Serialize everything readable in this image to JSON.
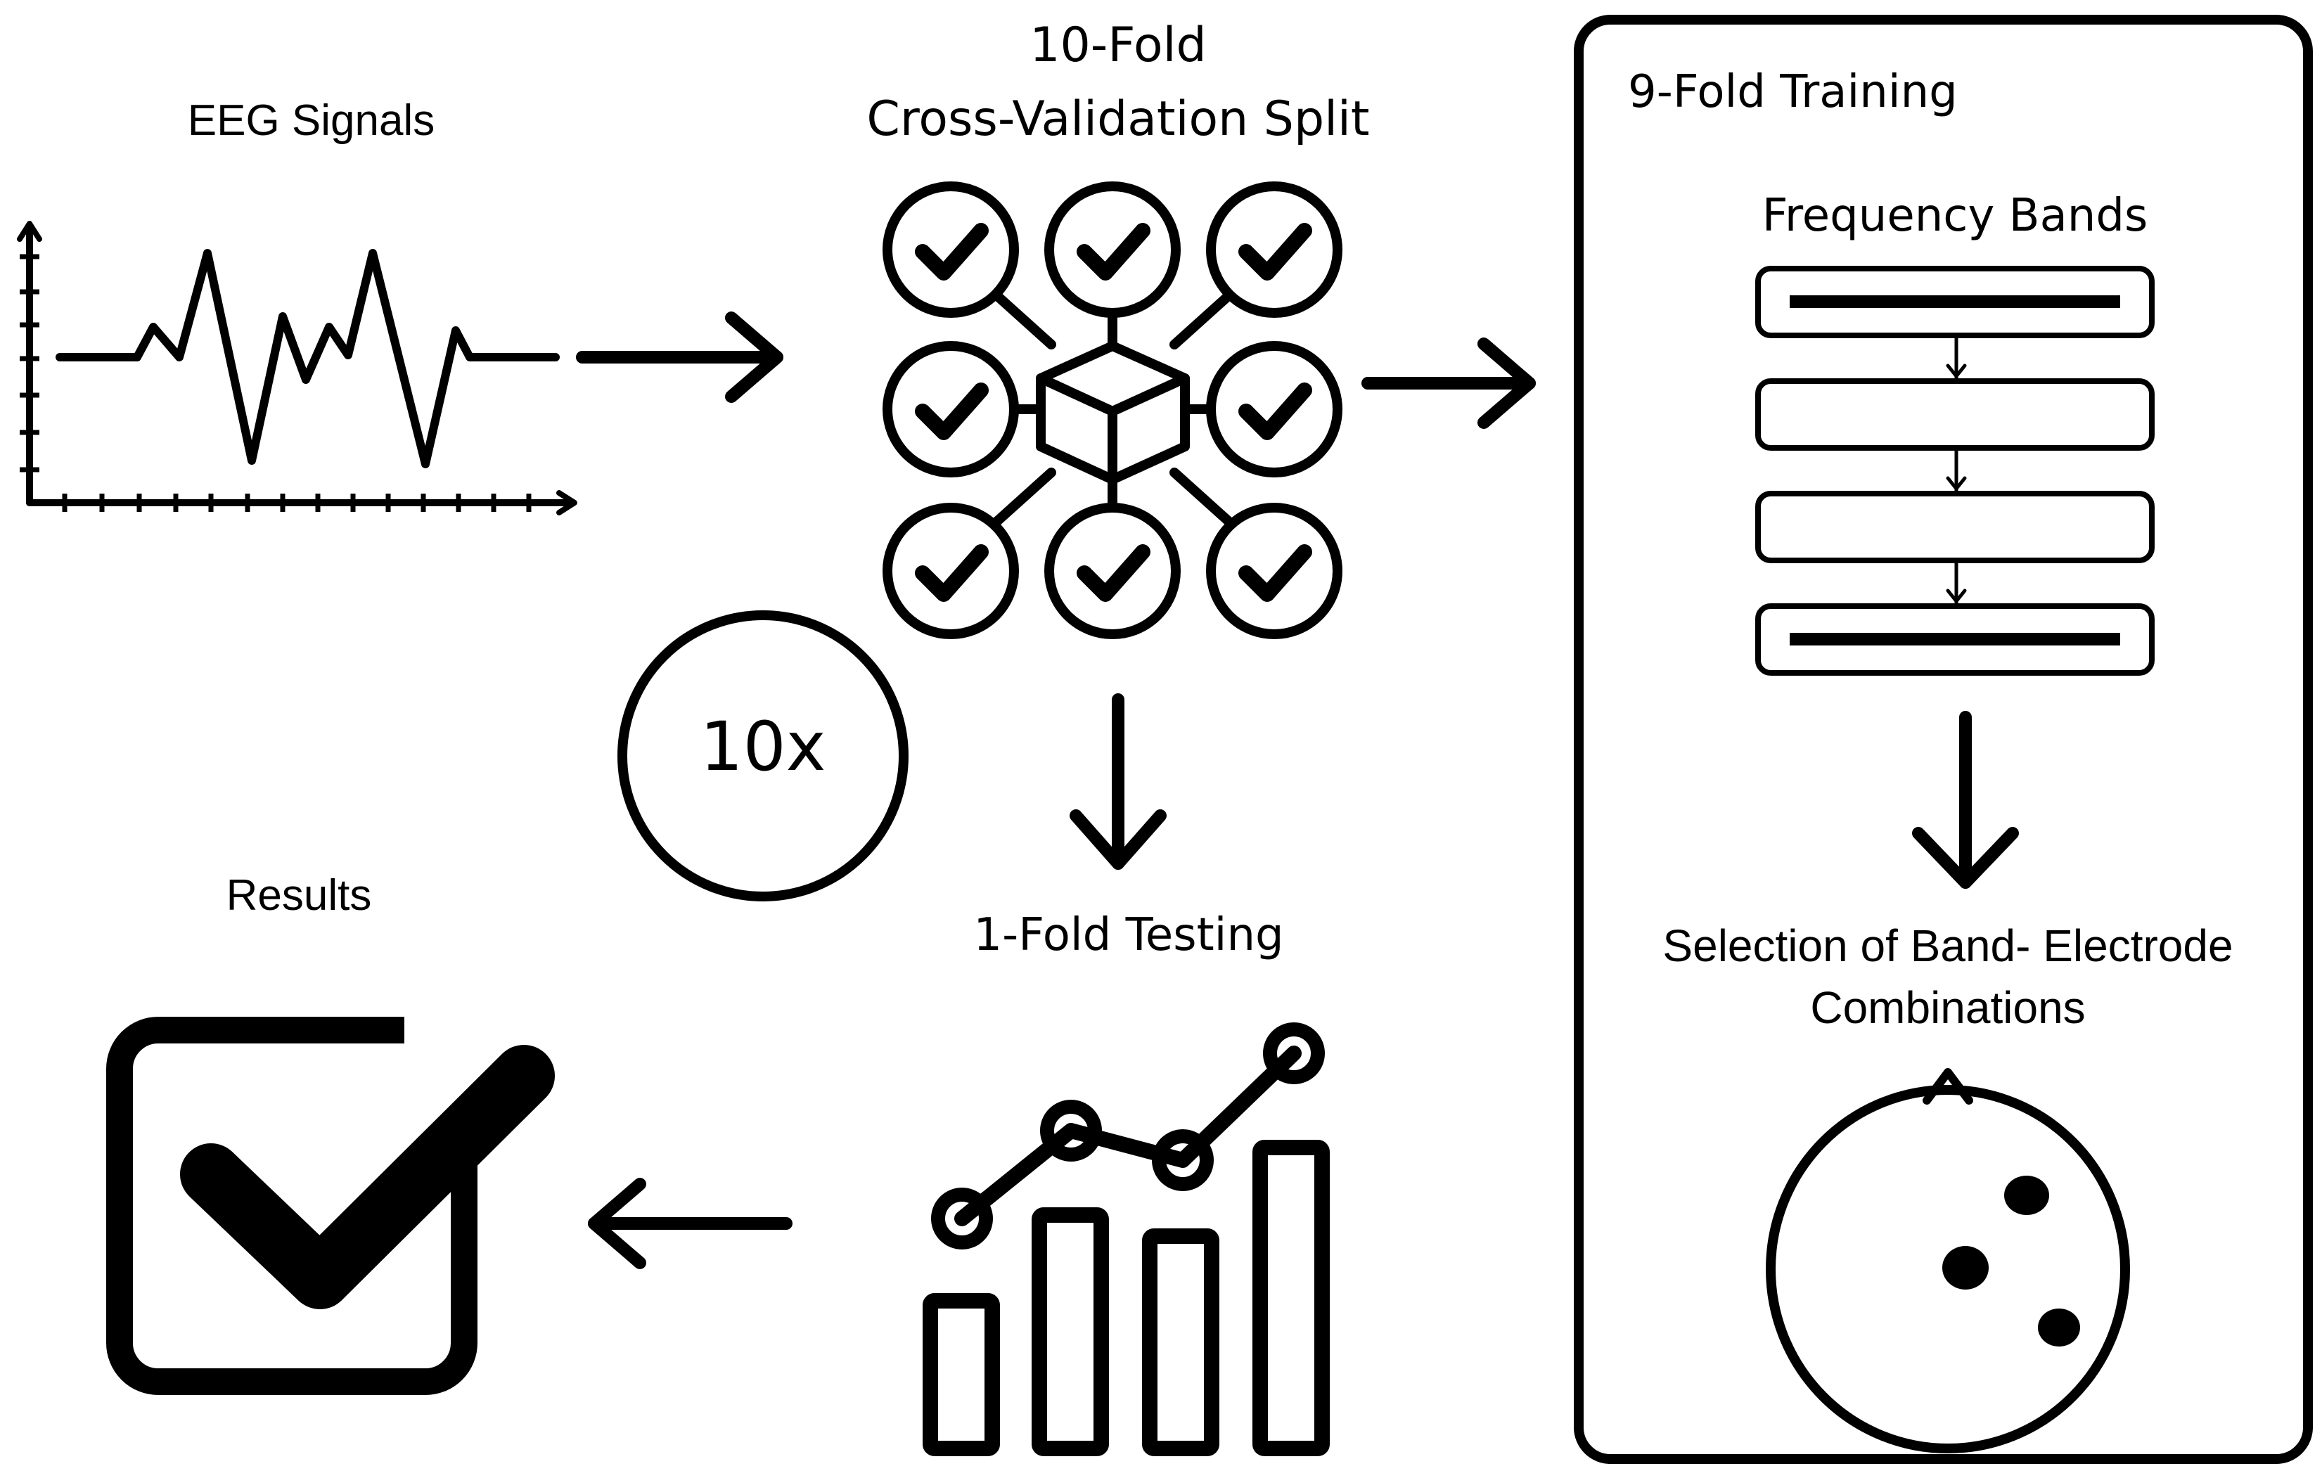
{
  "labels": {
    "eeg_signals": "EEG Signals",
    "cv_split_line1": "10-Fold",
    "cv_split_line2": "Cross-Validation Split",
    "nine_fold_training": "9-Fold Training",
    "frequency_bands": "Frequency Bands",
    "repeat_count": "10x",
    "results": "Results",
    "one_fold_testing": "1-Fold Testing",
    "selection_line1": "Selection of Band- Electrode",
    "selection_line2": "Combinations"
  },
  "colors": {
    "ink": "#000000",
    "background": "#ffffff"
  },
  "icons": {
    "eeg": "waveform-chart-icon",
    "cv": "cube-network-checkmarks-icon",
    "bands": "frequency-band-stack-icon",
    "results": "checkbox-checked-icon",
    "testing": "bar-line-chart-icon",
    "head": "head-electrodes-icon"
  }
}
